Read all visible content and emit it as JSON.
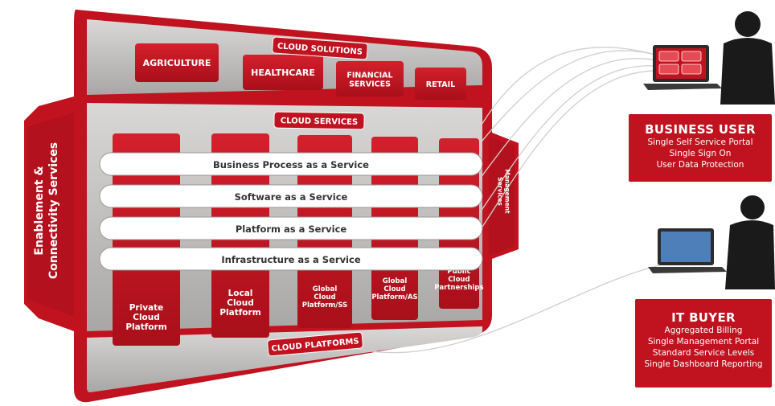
{
  "colors": {
    "red": "#c0121f",
    "dark_red": "#8f0d18",
    "grey": "#b8b6b4",
    "light_grey": "#dcdbd9"
  },
  "cloud_solutions": {
    "label": "CLOUD SOLUTIONS",
    "items": [
      "AGRICULTURE",
      "HEALTHCARE",
      [
        "FINANCIAL",
        "SERVICES"
      ],
      "RETAIL"
    ]
  },
  "cloud_services": {
    "label": "CLOUD SERVICES",
    "bands": [
      "Business Process as a Service",
      "Software as a Service",
      "Platform as a Service",
      "Infrastructure as a Service"
    ]
  },
  "cloud_platforms": {
    "label": "CLOUD PLATFORMS",
    "items": [
      [
        "Private",
        "Cloud",
        "Platform"
      ],
      [
        "Local",
        "Cloud",
        "Platform"
      ],
      [
        "Global",
        "Cloud",
        "Platform/SS"
      ],
      [
        "Global",
        "Cloud",
        "Platform/AS"
      ],
      [
        "Public",
        "Cloud",
        "Partnerships"
      ]
    ]
  },
  "left_wing": {
    "lines": [
      "Enablement &",
      "Connectivity Services"
    ]
  },
  "right_wing": {
    "lines": [
      "Management",
      "Services"
    ]
  },
  "business_user": {
    "title": "BUSINESS USER",
    "lines": [
      "Single Self Service Portal",
      "Single Sign On",
      "User Data Protection"
    ]
  },
  "it_buyer": {
    "title": "IT BUYER",
    "lines": [
      "Aggregated Billing",
      "Single Management Portal",
      "Standard Service Levels",
      "Single Dashboard Reporting"
    ]
  }
}
